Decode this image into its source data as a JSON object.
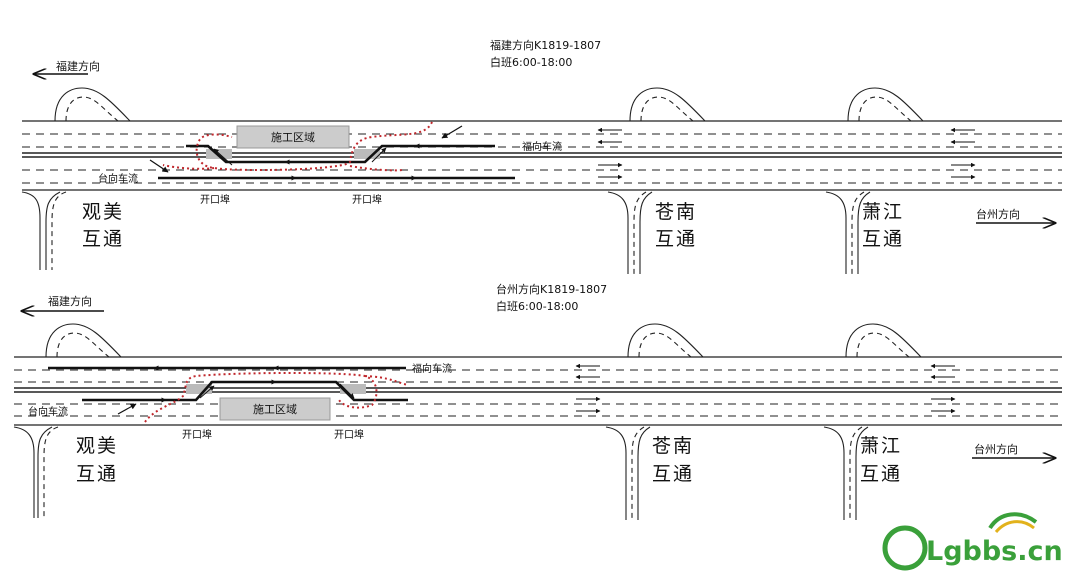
{
  "panel_top": {
    "title": "福建方向K1819-1807",
    "shift": "白班6:00-18:00",
    "dir_left": "福建方向",
    "dir_right": "台州方向",
    "zone": "施工区域",
    "flow_fu": "福向车流",
    "flow_tai": "台向车流",
    "opening_1": "开口埠",
    "opening_2": "开口埠",
    "ic1_a": "观美",
    "ic1_b": "互通",
    "ic2_a": "苍南",
    "ic2_b": "互通",
    "ic3_a": "萧江",
    "ic3_b": "互通"
  },
  "panel_bottom": {
    "title": "台州方向K1819-1807",
    "shift": "白班6:00-18:00",
    "dir_left": "福建方向",
    "dir_right": "台州方向",
    "zone": "施工区域",
    "flow_fu": "福向车流",
    "flow_tai": "台向车流",
    "opening_1": "开口埠",
    "opening_2": "开口埠",
    "ic1_a": "观美",
    "ic1_b": "互通",
    "ic2_a": "苍南",
    "ic2_b": "互通",
    "ic3_a": "萧江",
    "ic3_b": "互通"
  },
  "watermark": "Lgbbs.cn",
  "colors": {
    "road": "#222222",
    "traffic_path": "#c0282d",
    "zone_fill": "#cccccc",
    "watermark": "#3aa03a"
  }
}
